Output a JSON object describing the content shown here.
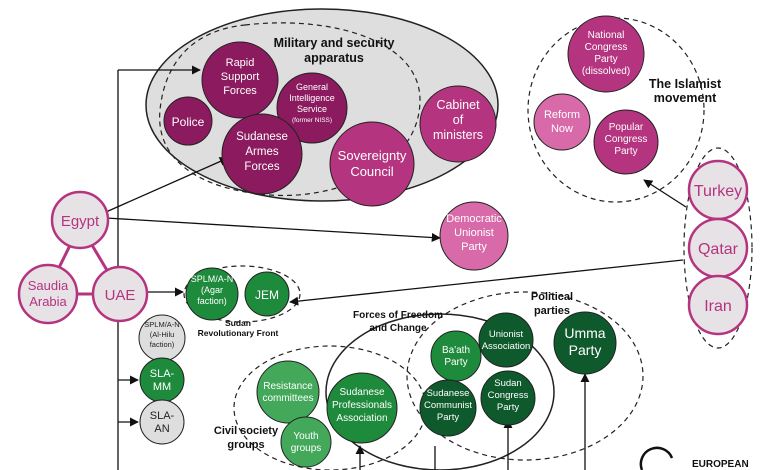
{
  "groups": {
    "military": [
      "Military and security",
      "apparatus"
    ],
    "islamist": [
      "The Islamist",
      "movement"
    ],
    "srf": [
      "Sudan",
      "Revolutionary Front"
    ],
    "ffc": [
      "Forces of Freedom",
      "and Change"
    ],
    "political": [
      "Political",
      "parties"
    ],
    "civil": [
      "Civil society",
      "groups"
    ]
  },
  "nodes": {
    "rsf": [
      "Rapid",
      "Support",
      "Forces"
    ],
    "gis": [
      "General",
      "Intelligence",
      "Service"
    ],
    "gis_note": "(former NISS)",
    "police": [
      "Police"
    ],
    "saf": [
      "Sudanese",
      "Armes",
      "Forces"
    ],
    "sovereignty": [
      "Sovereignty",
      "Council"
    ],
    "cabinet": [
      "Cabinet",
      "of",
      "ministers"
    ],
    "ncp": [
      "National",
      "Congress",
      "Party",
      "(dissolved)"
    ],
    "reform": [
      "Reform",
      "Now"
    ],
    "pcp": [
      "Popular",
      "Congress",
      "Party"
    ],
    "turkey": [
      "Turkey"
    ],
    "qatar": [
      "Qatar"
    ],
    "iran": [
      "Iran"
    ],
    "egypt": [
      "Egypt"
    ],
    "saudi": [
      "Saudia",
      "Arabia"
    ],
    "uae": [
      "UAE"
    ],
    "dup": [
      "Democratic",
      "Unionist",
      "Party"
    ],
    "splm_agar": [
      "SPLM/A-N",
      "(Agar",
      "faction)"
    ],
    "jem": [
      "JEM"
    ],
    "splm_hilu": [
      "SPLM/A-N",
      "(Al-Hilu",
      "faction)"
    ],
    "sla_mm": [
      "SLA-",
      "MM"
    ],
    "sla_an": [
      "SLA-",
      "AN"
    ],
    "resistance": [
      "Resistance",
      "committees"
    ],
    "youth": [
      "Youth",
      "groups"
    ],
    "spa": [
      "Sudanese",
      "Professionals",
      "Association"
    ],
    "baath": [
      "Ba'ath",
      "Party"
    ],
    "unionist": [
      "Unionist",
      "Association"
    ],
    "scp": [
      "Sudanese",
      "Communist",
      "Party"
    ],
    "scongress": [
      "Sudan",
      "Congress",
      "Party"
    ],
    "umma": [
      "Umma",
      "Party"
    ]
  },
  "logo": "EUROPEAN",
  "colors": {
    "magenta_dark": "#8b1a5e",
    "magenta": "#b5347f",
    "magenta_light": "#d86aa9",
    "green_dark": "#0f5a2c",
    "green": "#1e8a3c",
    "green_light": "#44a85a",
    "grey_fill": "#dedede",
    "country_fill": "#e7e2e6",
    "country_edge": "#b5347f"
  }
}
